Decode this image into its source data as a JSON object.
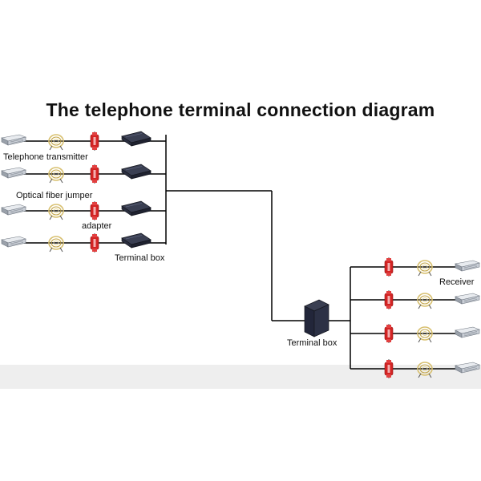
{
  "title": "The telephone terminal connection diagram",
  "labels": {
    "telephone_transmitter": "Telephone transmitter",
    "optical_fiber_jumper": "Optical fiber jumper",
    "adapter": "adapter",
    "terminal_box_left": "Terminal box",
    "terminal_box_center": "Terminal box",
    "receiver": "Receiver"
  },
  "colors": {
    "line": "#000000",
    "device_body": "#c9ced6",
    "device_edge": "#6e7680",
    "adapter_red": "#d42424",
    "terminal_box_dark": "#262a3a",
    "fiber_coil": "#d8c070",
    "floor_shadow": "#e4e4e4"
  },
  "icons": {
    "transmitter": "telephone-transmitter-icon",
    "jumper": "optical-fiber-jumper-icon",
    "adapter": "adapter-icon",
    "terminal_box": "terminal-box-icon",
    "receiver": "receiver-icon"
  }
}
